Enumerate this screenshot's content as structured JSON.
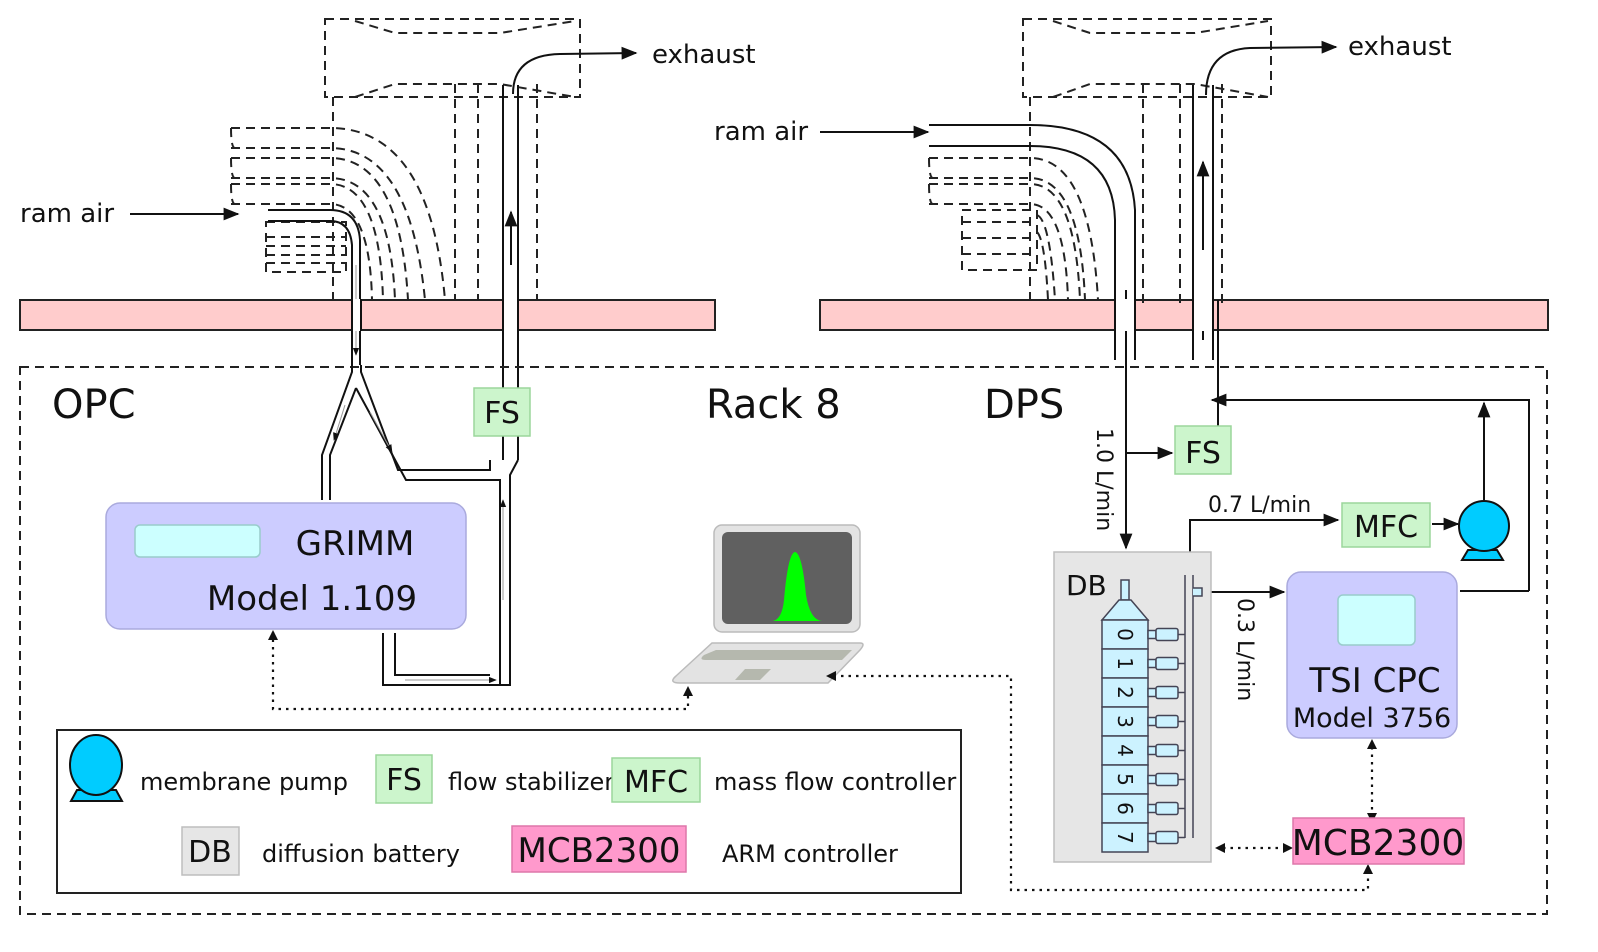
{
  "diagram": {
    "title": "Rack 8 aerosol inlet and instrument setup",
    "left_panel": {
      "ram_air_label": "ram air",
      "exhaust_label": "exhaust",
      "section_label": "OPC",
      "fs_label": "FS",
      "instrument": {
        "name": "GRIMM",
        "model": "Model 1.109"
      }
    },
    "rack_label": "Rack 8",
    "right_panel": {
      "ram_air_label": "ram air",
      "exhaust_label": "exhaust",
      "section_label": "DPS",
      "fs_label": "FS",
      "mfc_label": "MFC",
      "db_label": "DB",
      "db_stages": [
        "0",
        "1",
        "2",
        "3",
        "4",
        "5",
        "6",
        "7"
      ],
      "flow_in": "1.0 L/min",
      "flow_mfc": "0.7 L/min",
      "flow_cpc": "0.3 L/min",
      "cpc": {
        "name": "TSI CPC",
        "model": "Model 3756"
      },
      "controller_label": "MCB2300"
    },
    "laptop": {
      "screen_content": "size distribution curve"
    },
    "legend": {
      "items": [
        {
          "symbol": "pump-icon",
          "label": "membrane pump"
        },
        {
          "symbol": "FS",
          "label": "flow stabilizer"
        },
        {
          "symbol": "MFC",
          "label": "mass flow controller"
        },
        {
          "symbol": "DB",
          "label": "diffusion battery"
        },
        {
          "symbol": "MCB2300",
          "label": "ARM controller"
        }
      ]
    },
    "colors": {
      "fuselage": "#ffcccc",
      "flow_box": "#ccf5cc",
      "instrument": "#ccccff",
      "display": "#ccffff",
      "controller": "#ff99cc",
      "diffusion_battery": "#e6e6e6",
      "pump": "#00ccff",
      "laptop_curve": "#00ff00"
    }
  }
}
